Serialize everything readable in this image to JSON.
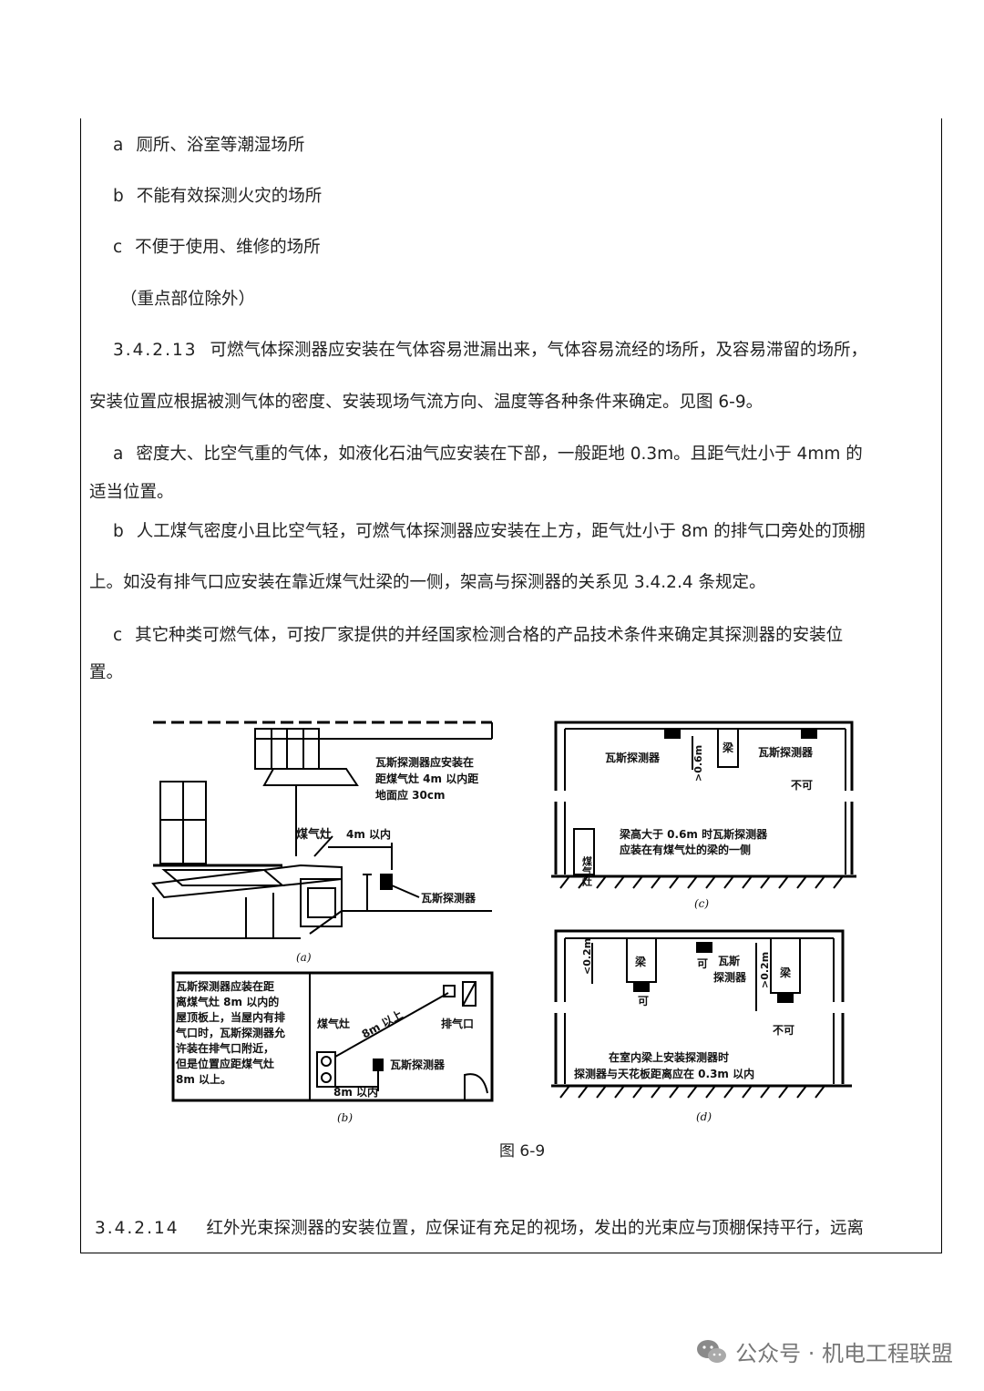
{
  "lines": {
    "l1_label": "a",
    "l1_text": "厕所、浴室等潮湿场所",
    "l2_label": "b",
    "l2_text": "不能有效探测火灾的场所",
    "l3_label": "c",
    "l3_text": "不便于使用、维修的场所",
    "l4_text": "（重点部位除外）",
    "l5_num": "3.4.2.13",
    "l5_text": "可燃气体探测器应安装在气体容易泄漏出来，气体容易流经的场所，及容易滞留的场所，",
    "l6_text": "安装位置应根据被测气体的密度、安装现场气流方向、温度等各种条件来确定。见图 6-9。",
    "l7_label": "a",
    "l7_text": "密度大、比空气重的气体，如液化石油气应安装在下部，一般距地 0.3m。且距气灶小于 4mm 的",
    "l8_text": "适当位置。",
    "l9_label": "b",
    "l9_text": "人工煤气密度小且比空气轻，可燃气体探测器应安装在上方，距气灶小于 8m 的排气口旁处的顶棚",
    "l10_text": "上。如没有排气口应安装在靠近煤气灶梁的一侧，架高与探测器的关系见 3.4.2.4 条规定。",
    "l11_label": "c",
    "l11_text": "其它种类可燃气体，可按厂家提供的并经国家检测合格的产品技术条件来确定其探测器的安装位",
    "l12_text": "置。",
    "l13_num": "3.4.2.14",
    "l13_text": "红外光束探测器的安装位置，应保证有充足的视场，发出的光束应与顶棚保持平行，远离"
  },
  "figure": {
    "caption": "图 6-9",
    "a": {
      "note_line1": "瓦斯探测器应安装在",
      "note_line2": "距煤气灶 4m 以内距",
      "note_line3": "地面应 30cm",
      "stove": "煤气灶",
      "distance": "4m 以内",
      "detector": "瓦斯探测器",
      "cap": "(a)"
    },
    "b": {
      "note_line1": "瓦斯探测器应装在距",
      "note_line2": "离煤气灶 8m 以内的",
      "note_line3": "屋顶板上，当屋内有排",
      "note_line4": "气口时，瓦斯探测器允",
      "note_line5": "许装在排气口附近，",
      "note_line6": "但是位置应距煤气灶",
      "note_line7": "8m 以上。",
      "stove": "煤气灶",
      "diag": "8m 以上",
      "exhaust": "排气口",
      "detector": "瓦斯探测器",
      "bottom": "8m 以内",
      "cap": "(b)"
    },
    "c": {
      "detector_left": "瓦斯探测器",
      "beam": "梁",
      "height": ">0.6m",
      "detector_right": "瓦斯探测器",
      "no": "不可",
      "stove": "煤气灶",
      "note_line1": "梁高大于 0.6m 时瓦斯探测器",
      "note_line2": "应装在有煤气灶的梁的一侧",
      "cap": "(c)"
    },
    "d": {
      "h_left": "<0.2m",
      "beam_left": "梁",
      "ok_left": "可",
      "ok_mid": "可",
      "detector_mid1": "瓦斯",
      "detector_mid2": "探测器",
      "h_right": ">0.2m",
      "beam_right": "梁",
      "no": "不可",
      "note_line1": "在室内梁上安装探测器时",
      "note_line2": "探测器与天花板距离应在 0.3m 以内",
      "cap": "(d)"
    }
  },
  "watermark": "公众号 · 机电工程联盟"
}
